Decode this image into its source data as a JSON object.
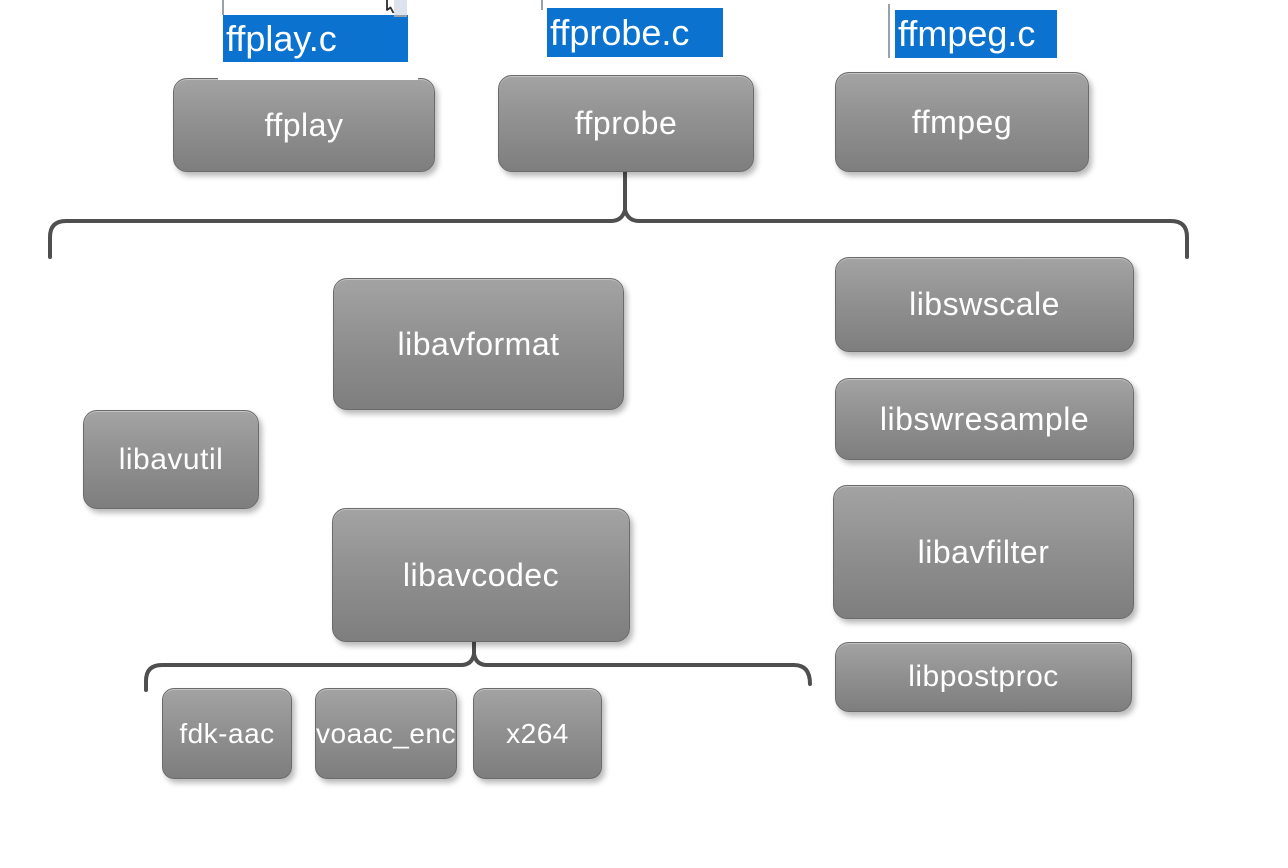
{
  "source_labels": {
    "ffplay_c": "ffplay.c",
    "ffprobe_c": "ffprobe.c",
    "ffmpeg_c": "ffmpeg.c"
  },
  "nodes": {
    "ffplay": "ffplay",
    "ffprobe": "ffprobe",
    "ffmpeg": "ffmpeg",
    "libavformat": "libavformat",
    "libavutil": "libavutil",
    "libavcodec": "libavcodec",
    "libswscale": "libswscale",
    "libswresample": "libswresample",
    "libavfilter": "libavfilter",
    "libpostproc": "libpostproc",
    "fdk_aac": "fdk-aac",
    "voaac_enc": "voaac_enc",
    "x264": "x264"
  },
  "connections": [
    {
      "from": "ffprobe",
      "type": "bracket",
      "to_group": [
        "libavformat",
        "libavutil",
        "libavcodec",
        "libswscale",
        "libswresample",
        "libavfilter",
        "libpostproc"
      ]
    },
    {
      "from": "libavcodec",
      "type": "bracket",
      "to_group": [
        "fdk_aac",
        "voaac_enc",
        "x264"
      ]
    }
  ],
  "icons": {
    "cursor": "pointer-cursor"
  },
  "colors": {
    "selection_blue": "#0b72d0",
    "box_gray": "#8f8f8f",
    "connector_gray": "#4f4f4f",
    "text_white": "#ffffff",
    "background": "#ffffff"
  }
}
